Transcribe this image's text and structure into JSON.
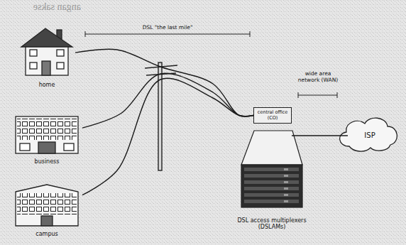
{
  "diagram": {
    "nodes": [
      {
        "text": [
          "home"
        ]
      },
      {
        "text": [
          "business"
        ]
      },
      {
        "text": [
          "campus"
        ]
      },
      {
        "text": [
          "central office (CO)"
        ]
      },
      {
        "text": [
          "DSL access multiplexers (DSLAMs)"
        ]
      },
      {
        "text": [
          "ISP"
        ]
      }
    ],
    "edges": [
      {
        "from": 0,
        "to": 3,
        "arrow": "none"
      },
      {
        "from": 1,
        "to": 3,
        "arrow": "none"
      },
      {
        "from": 2,
        "to": 3,
        "arrow": "none"
      },
      {
        "from": 3,
        "to": 5,
        "arrow": "none"
      }
    ],
    "labels": [
      "angan sakse",
      "DSL \"the last mile\"",
      "wide area network (WAN)"
    ]
  }
}
